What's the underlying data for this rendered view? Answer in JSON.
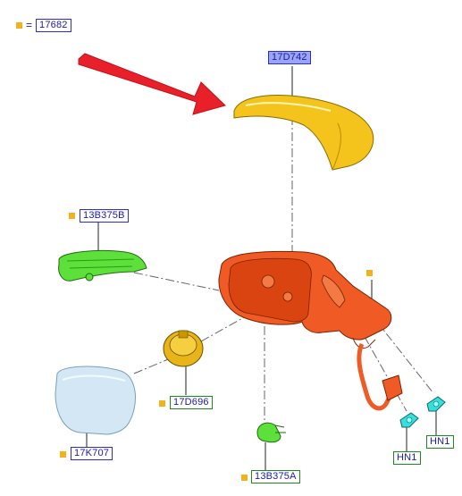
{
  "legend": {
    "equals": "=",
    "part": "17682"
  },
  "callouts": {
    "cover": "17D742",
    "lamp": "13B375B",
    "actuator": "17D696",
    "glass": "17K707",
    "puddle": "13B375A",
    "clip_left": "HN1",
    "clip_right": "HN1"
  },
  "colors": {
    "marker": "#f2b21b",
    "arrow": "#e8202a",
    "cover": "#f2c21a",
    "housing": "#ee5522",
    "lamp": "#55dd33",
    "clip": "#33d8d8",
    "glass": "#cfe6f2"
  }
}
